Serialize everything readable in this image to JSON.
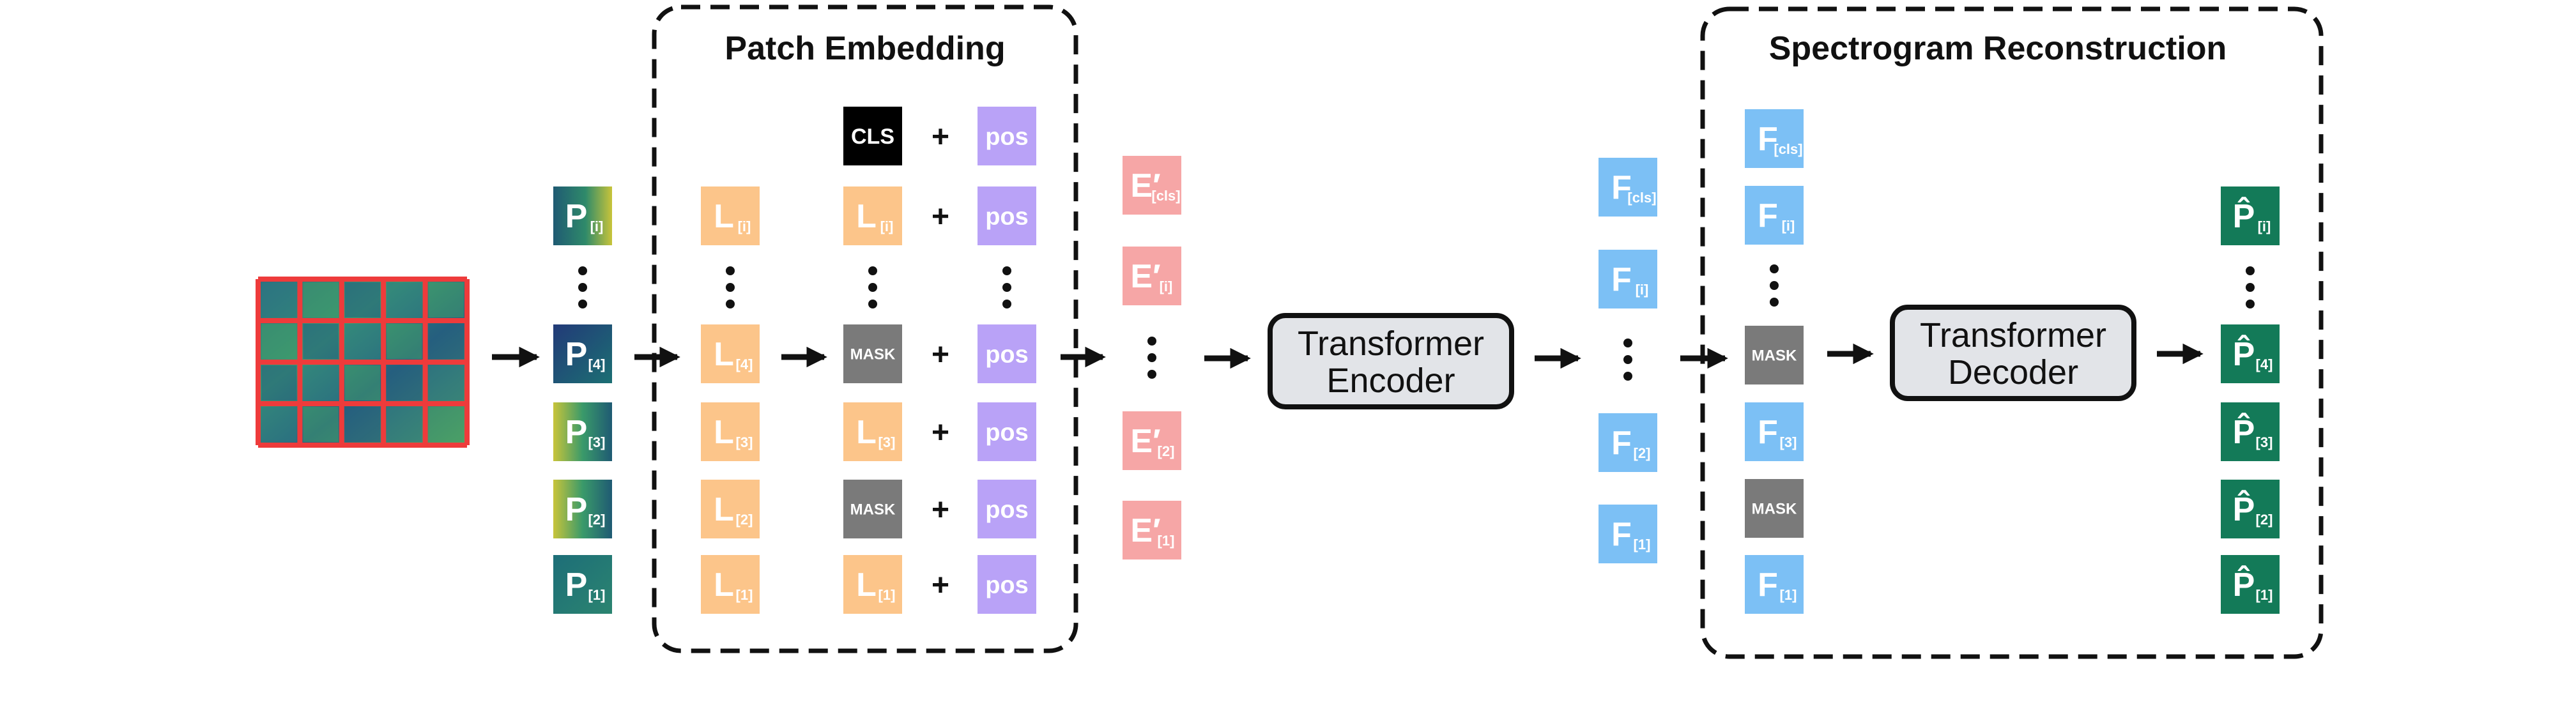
{
  "colors": {
    "patch_dark": "#1f5a73",
    "patch_yellow": "#b9c23d",
    "L": "#fcc58a",
    "pos": "#b9a2f7",
    "mask": "#7a7a7a",
    "cls": "#000000",
    "E": "#f6a6a6",
    "F": "#7cc0f5",
    "Phat": "#137a58",
    "block_fill": "#e2e4e8",
    "spectrogram_grid": "#ee3b3b"
  },
  "spectrogram": {
    "rows": 4,
    "cols": 5
  },
  "patch_embedding": {
    "title": "Patch Embedding"
  },
  "reconstruction": {
    "title": "Spectrogram Reconstruction"
  },
  "encoder": {
    "line1": "Transformer",
    "line2": "Encoder"
  },
  "decoder": {
    "line1": "Transformer",
    "line2": "Decoder"
  },
  "input_patches": {
    "letter": "P",
    "items": [
      {
        "sub": "[i]"
      },
      {
        "dots": true
      },
      {
        "sub": "[4]"
      },
      {
        "sub": "[3]"
      },
      {
        "sub": "[2]"
      },
      {
        "sub": "[1]"
      }
    ]
  },
  "linear_tokens": {
    "letter": "L",
    "items": [
      {
        "sub": "[i]"
      },
      {
        "dots": true
      },
      {
        "sub": "[4]"
      },
      {
        "sub": "[3]"
      },
      {
        "sub": "[2]"
      },
      {
        "sub": "[1]"
      }
    ]
  },
  "masked_tokens": {
    "items": [
      {
        "type": "cls",
        "text": "CLS"
      },
      {
        "type": "L",
        "sub": "[i]"
      },
      {
        "type": "dots"
      },
      {
        "type": "mask",
        "text": "MASK"
      },
      {
        "type": "L",
        "sub": "[3]"
      },
      {
        "type": "mask",
        "text": "MASK"
      },
      {
        "type": "L",
        "sub": "[1]"
      }
    ]
  },
  "plus_sign": "+",
  "pos_label": "pos",
  "embeddings": {
    "letter": "E′",
    "items": [
      {
        "sub": "[cls]"
      },
      {
        "sub": "[i]"
      },
      {
        "dots": true
      },
      {
        "sub": "[2]"
      },
      {
        "sub": "[1]"
      }
    ]
  },
  "encoder_outputs": {
    "letter": "F",
    "items": [
      {
        "sub": "[cls]"
      },
      {
        "sub": "[i]"
      },
      {
        "dots": true
      },
      {
        "sub": "[2]"
      },
      {
        "sub": "[1]"
      }
    ]
  },
  "decoder_inputs": {
    "items": [
      {
        "type": "F",
        "sub": "[cls]"
      },
      {
        "type": "F",
        "sub": "[i]"
      },
      {
        "type": "dots"
      },
      {
        "type": "mask",
        "text": "MASK"
      },
      {
        "type": "F",
        "sub": "[3]"
      },
      {
        "type": "mask",
        "text": "MASK"
      },
      {
        "type": "F",
        "sub": "[1]"
      }
    ]
  },
  "reconstructed": {
    "letter": "P̂",
    "items": [
      {
        "sub": "[i]"
      },
      {
        "dots": true
      },
      {
        "sub": "[4]"
      },
      {
        "sub": "[3]"
      },
      {
        "sub": "[2]"
      },
      {
        "sub": "[1]"
      }
    ]
  }
}
